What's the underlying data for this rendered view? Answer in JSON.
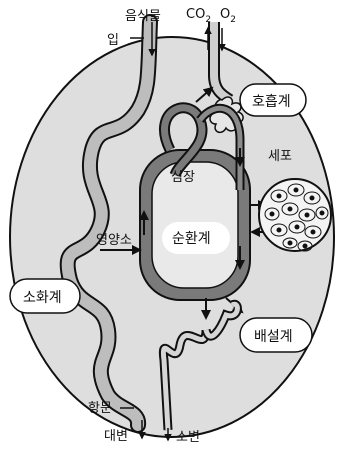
{
  "labels": {
    "mouth": "입",
    "food": "음식물",
    "co2": "CO",
    "co2_sub": "2",
    "o2": "O",
    "o2_sub": "2",
    "respiratory": "호흡계",
    "heart": "심장",
    "cells": "세포",
    "nutrients": "영양소",
    "circulatory": "순환계",
    "digestive": "소화계",
    "excretory": "배설계",
    "anus": "항문",
    "feces": "대변",
    "urine": "소변"
  }
}
